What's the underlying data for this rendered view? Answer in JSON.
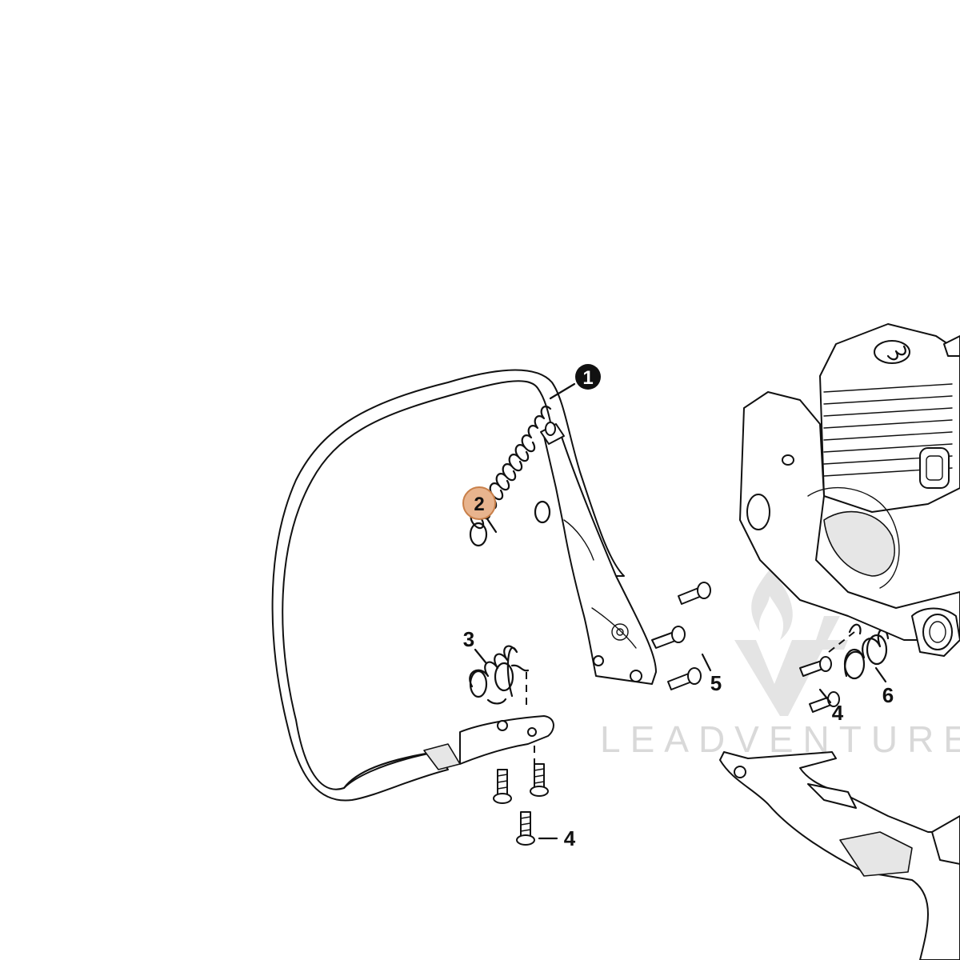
{
  "callouts": {
    "c1": "1",
    "c2": "2",
    "c3": "3",
    "c4a": "4",
    "c4b": "4",
    "c5": "5",
    "c6": "6"
  },
  "watermark": {
    "text": "LEADVENTURE"
  },
  "colors": {
    "ink": "#111111",
    "highlight_fill": "#e8b48e",
    "highlight_stroke": "#c9804a",
    "watermark": "#d9d9d9"
  }
}
